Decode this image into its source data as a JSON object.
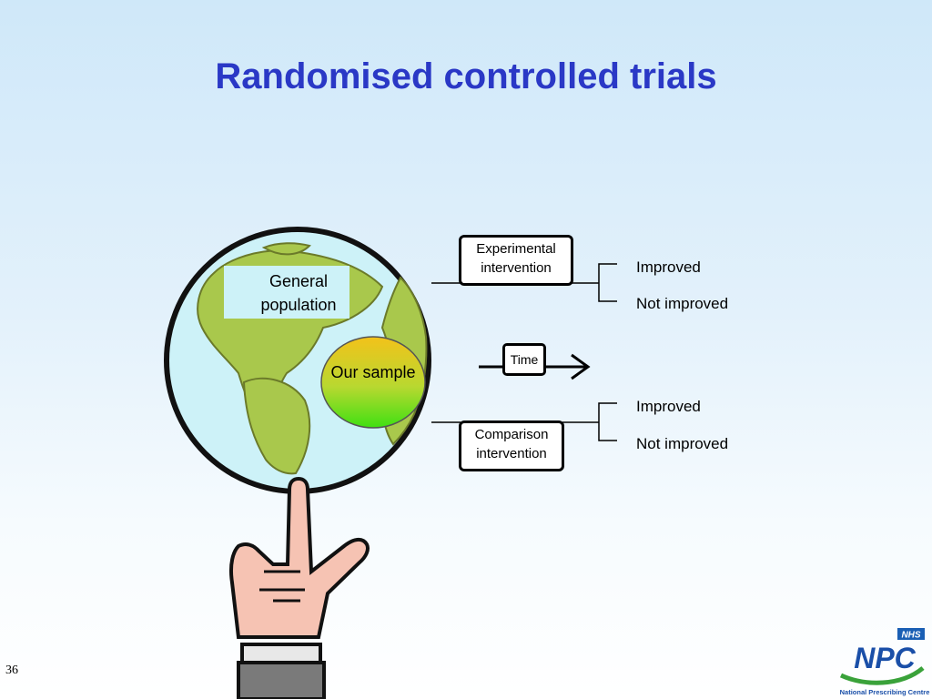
{
  "title": "Randomised controlled trials",
  "globe_label": "General population",
  "sample_label": "Our sample",
  "experimental_box": "Experimental intervention",
  "comparison_box": "Comparison intervention",
  "time_label": "Time",
  "outcomes": {
    "top": [
      "Improved",
      "Not improved"
    ],
    "bottom": [
      "Improved",
      "Not improved"
    ]
  },
  "slide_number": "36",
  "logo": {
    "badge": "NHS",
    "acronym": "NPC",
    "caption": "National Prescribing Centre"
  }
}
